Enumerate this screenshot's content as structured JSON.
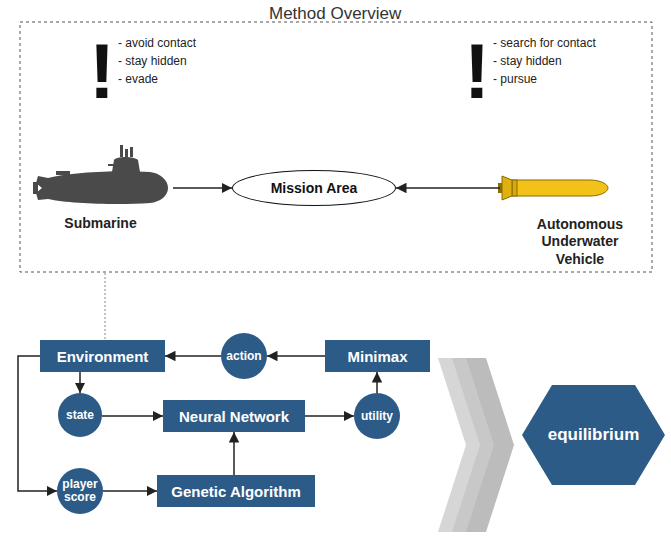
{
  "diagram": {
    "title": "Method Overview",
    "nodes": [
      {
        "text": [
          "Submarine"
        ]
      },
      {
        "text": [
          "Mission Area"
        ]
      },
      {
        "text": [
          "Autonomous Underwater Vehicle"
        ]
      },
      {
        "text": [
          "Environment"
        ]
      },
      {
        "text": [
          "action"
        ]
      },
      {
        "text": [
          "Minimax"
        ]
      },
      {
        "text": [
          "state"
        ]
      },
      {
        "text": [
          "Neural Network"
        ]
      },
      {
        "text": [
          "utility"
        ]
      },
      {
        "text": [
          "player score"
        ]
      },
      {
        "text": [
          "Genetic Algorithm"
        ]
      },
      {
        "text": [
          "equilibrium"
        ]
      }
    ],
    "edges": [
      {
        "from": 0,
        "to": 1,
        "arrow": "to"
      },
      {
        "from": 2,
        "to": 1,
        "arrow": "to"
      },
      {
        "from": 3,
        "to": 6,
        "arrow": "to"
      },
      {
        "from": 4,
        "to": 3,
        "arrow": "to"
      },
      {
        "from": 5,
        "to": 4,
        "arrow": "to"
      },
      {
        "from": 6,
        "to": 7,
        "arrow": "to"
      },
      {
        "from": 7,
        "to": 8,
        "arrow": "to"
      },
      {
        "from": 8,
        "to": 5,
        "arrow": "to"
      },
      {
        "from": 3,
        "to": 9,
        "arrow": "to"
      },
      {
        "from": 9,
        "to": 10,
        "arrow": "to"
      },
      {
        "from": 10,
        "to": 7,
        "arrow": "to"
      }
    ],
    "labels": [
      "!",
      "- avoid contact",
      "- stay hidden",
      "- evade",
      "!",
      "- search for contact",
      "- stay hidden",
      "- pursue"
    ]
  }
}
